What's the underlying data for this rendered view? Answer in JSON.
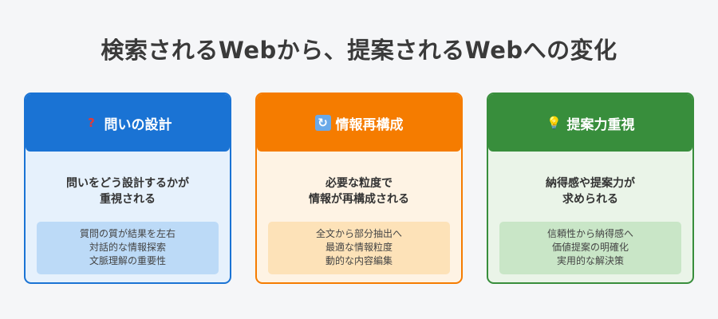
{
  "title": "検索されるWebから、提案されるWebへの変化",
  "colors": {
    "blue": "#1a73d4",
    "orange": "#f57c00",
    "green": "#388e3c"
  },
  "cards": [
    {
      "icon": "question-mark-icon",
      "icon_glyph": "?",
      "heading": "問いの設計",
      "main_lines": [
        "問いをどう設計するかが",
        "重視される"
      ],
      "sub_lines": [
        "質問の質が結果を左右",
        "対話的な情報探索",
        "文脈理解の重要性"
      ]
    },
    {
      "icon": "refresh-cycle-icon",
      "icon_glyph": "↻",
      "heading": "情報再構成",
      "main_lines": [
        "必要な粒度で",
        "情報が再構成される"
      ],
      "sub_lines": [
        "全文から部分抽出へ",
        "最適な情報粒度",
        "動的な内容編集"
      ]
    },
    {
      "icon": "light-bulb-icon",
      "icon_glyph": "💡",
      "heading": "提案力重視",
      "main_lines": [
        "納得感や提案力が",
        "求められる"
      ],
      "sub_lines": [
        "信頼性から納得感へ",
        "価値提案の明確化",
        "実用的な解決策"
      ]
    }
  ]
}
